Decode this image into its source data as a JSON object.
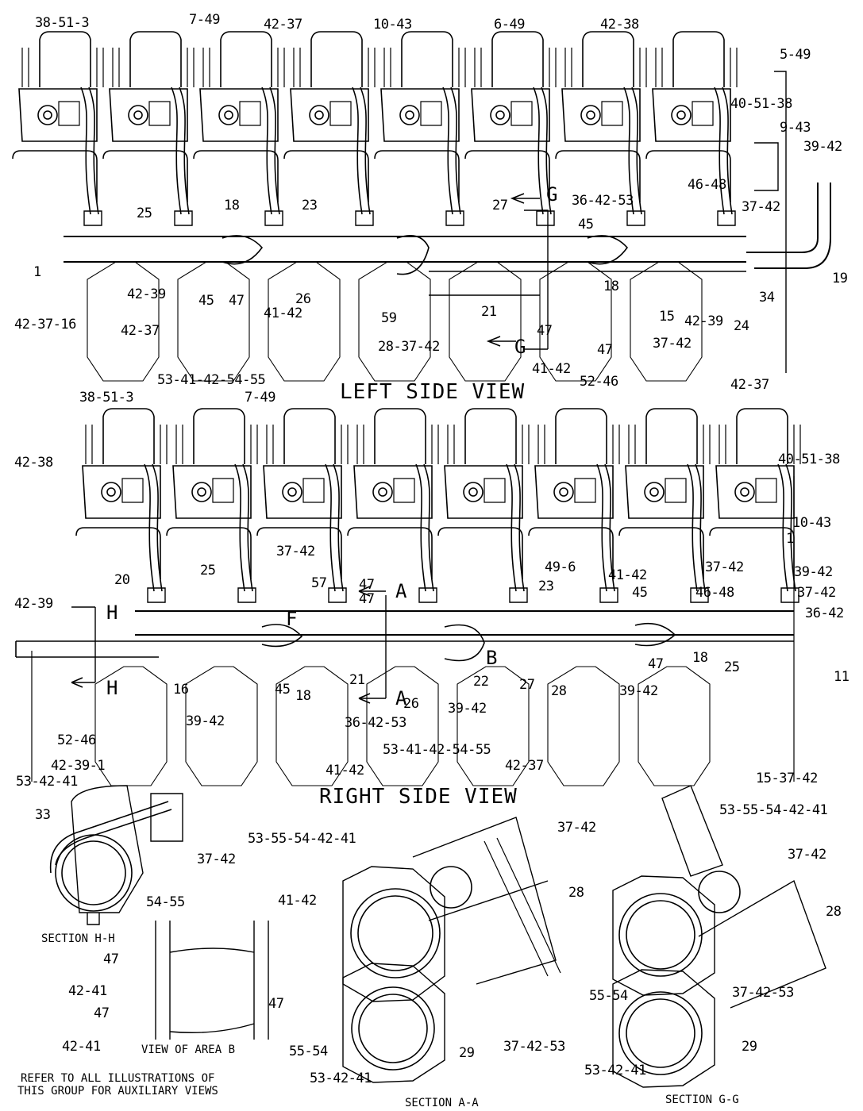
{
  "views": {
    "left_title": "LEFT SIDE VIEW",
    "right_title": "RIGHT SIDE VIEW"
  },
  "sections": {
    "hh": "SECTION H-H",
    "aa": "SECTION A-A",
    "gg": "SECTION G-G",
    "area_b": "VIEW OF AREA B"
  },
  "note": {
    "line1": "REFER TO ALL ILLUSTRATIONS OF",
    "line2": "THIS GROUP FOR AUXILIARY VIEWS"
  },
  "section_markers": {
    "g_top": "G",
    "g_bottom": "G",
    "a_top": "A",
    "a_bottom": "A",
    "h_top": "H",
    "h_bottom": "H",
    "f": "F",
    "b": "B"
  },
  "callouts": [
    {
      "id": "l1",
      "text": "38-51-3"
    },
    {
      "id": "l2",
      "text": "7-49"
    },
    {
      "id": "l3",
      "text": "42-37"
    },
    {
      "id": "l4",
      "text": "10-43"
    },
    {
      "id": "l5",
      "text": "6-49"
    },
    {
      "id": "l6",
      "text": "42-38"
    },
    {
      "id": "l7",
      "text": "5-49"
    },
    {
      "id": "l8",
      "text": "40-51-38"
    },
    {
      "id": "l9",
      "text": "9-43"
    },
    {
      "id": "l10",
      "text": "39-42"
    },
    {
      "id": "l11",
      "text": "46-48"
    },
    {
      "id": "l12",
      "text": "36-42-53"
    },
    {
      "id": "l13",
      "text": "37-42"
    },
    {
      "id": "l14",
      "text": "27"
    },
    {
      "id": "l15",
      "text": "45"
    },
    {
      "id": "l16",
      "text": "25"
    },
    {
      "id": "l17",
      "text": "18"
    },
    {
      "id": "l18",
      "text": "23"
    },
    {
      "id": "l19",
      "text": "1"
    },
    {
      "id": "l20",
      "text": "42-39"
    },
    {
      "id": "l21",
      "text": "42-37-16"
    },
    {
      "id": "l22",
      "text": "42-37"
    },
    {
      "id": "l23",
      "text": "45"
    },
    {
      "id": "l24",
      "text": "47"
    },
    {
      "id": "l25",
      "text": "41-42"
    },
    {
      "id": "l26",
      "text": "26"
    },
    {
      "id": "l27",
      "text": "59"
    },
    {
      "id": "l28",
      "text": "21"
    },
    {
      "id": "l29",
      "text": "28-37-42"
    },
    {
      "id": "l30",
      "text": "47"
    },
    {
      "id": "l31",
      "text": "41-42"
    },
    {
      "id": "l32",
      "text": "47"
    },
    {
      "id": "l33",
      "text": "52-46"
    },
    {
      "id": "l34",
      "text": "18"
    },
    {
      "id": "l35",
      "text": "15"
    },
    {
      "id": "l36",
      "text": "37-42"
    },
    {
      "id": "l37",
      "text": "42-39"
    },
    {
      "id": "l38",
      "text": "24"
    },
    {
      "id": "l39",
      "text": "34"
    },
    {
      "id": "l40",
      "text": "19"
    },
    {
      "id": "l41",
      "text": "53-41-42-54-55"
    },
    {
      "id": "r1",
      "text": "38-51-3"
    },
    {
      "id": "r2",
      "text": "7-49"
    },
    {
      "id": "r3",
      "text": "42-37"
    },
    {
      "id": "r4",
      "text": "42-38"
    },
    {
      "id": "r5",
      "text": "40-51-38"
    },
    {
      "id": "r6",
      "text": "10-43"
    },
    {
      "id": "r7",
      "text": "1"
    },
    {
      "id": "r8",
      "text": "39-42"
    },
    {
      "id": "r9",
      "text": "37-42"
    },
    {
      "id": "r10",
      "text": "46-48"
    },
    {
      "id": "r11",
      "text": "36-42"
    },
    {
      "id": "r12",
      "text": "11"
    },
    {
      "id": "r13",
      "text": "37-42"
    },
    {
      "id": "r14",
      "text": "41-42"
    },
    {
      "id": "r15",
      "text": "45"
    },
    {
      "id": "r16",
      "text": "49-6"
    },
    {
      "id": "r17",
      "text": "23"
    },
    {
      "id": "r18",
      "text": "37-42"
    },
    {
      "id": "r19",
      "text": "25"
    },
    {
      "id": "r20",
      "text": "20"
    },
    {
      "id": "r21",
      "text": "42-39"
    },
    {
      "id": "r22",
      "text": "57"
    },
    {
      "id": "r23",
      "text": "47"
    },
    {
      "id": "r24",
      "text": "47"
    },
    {
      "id": "r25",
      "text": "16"
    },
    {
      "id": "r26",
      "text": "39-42"
    },
    {
      "id": "r27",
      "text": "45"
    },
    {
      "id": "r28",
      "text": "18"
    },
    {
      "id": "r29",
      "text": "21"
    },
    {
      "id": "r30",
      "text": "26"
    },
    {
      "id": "r31",
      "text": "22"
    },
    {
      "id": "r32",
      "text": "27"
    },
    {
      "id": "r33",
      "text": "39-42"
    },
    {
      "id": "r34",
      "text": "28"
    },
    {
      "id": "r35",
      "text": "39-42"
    },
    {
      "id": "r36",
      "text": "47"
    },
    {
      "id": "r37",
      "text": "18"
    },
    {
      "id": "r38",
      "text": "25"
    },
    {
      "id": "r39",
      "text": "36-42-53"
    },
    {
      "id": "r40",
      "text": "53-41-42-54-55"
    },
    {
      "id": "r41",
      "text": "42-37"
    },
    {
      "id": "r42",
      "text": "15-37-42"
    },
    {
      "id": "r43",
      "text": "52-46"
    },
    {
      "id": "r44",
      "text": "42-39-1"
    },
    {
      "id": "r45",
      "text": "41-42"
    },
    {
      "id": "s1",
      "text": "53-42-41"
    },
    {
      "id": "s2",
      "text": "33"
    },
    {
      "id": "s3",
      "text": "37-42"
    },
    {
      "id": "s4",
      "text": "54-55"
    },
    {
      "id": "s5",
      "text": "41-42"
    },
    {
      "id": "s6",
      "text": "47"
    },
    {
      "id": "s7",
      "text": "42-41"
    },
    {
      "id": "s8",
      "text": "47"
    },
    {
      "id": "s9",
      "text": "47"
    },
    {
      "id": "s10",
      "text": "42-41"
    },
    {
      "id": "a1",
      "text": "53-55-54-42-41"
    },
    {
      "id": "a2",
      "text": "37-42"
    },
    {
      "id": "a3",
      "text": "28"
    },
    {
      "id": "a4",
      "text": "55-54"
    },
    {
      "id": "a5",
      "text": "29"
    },
    {
      "id": "a6",
      "text": "53-42-41"
    },
    {
      "id": "a7",
      "text": "37-42-53"
    },
    {
      "id": "g1",
      "text": "53-55-54-42-41"
    },
    {
      "id": "g2",
      "text": "37-42"
    },
    {
      "id": "g3",
      "text": "28"
    },
    {
      "id": "g4",
      "text": "37-42-53"
    },
    {
      "id": "g5",
      "text": "55-54"
    },
    {
      "id": "g6",
      "text": "29"
    },
    {
      "id": "g7",
      "text": "53-42-41"
    }
  ]
}
